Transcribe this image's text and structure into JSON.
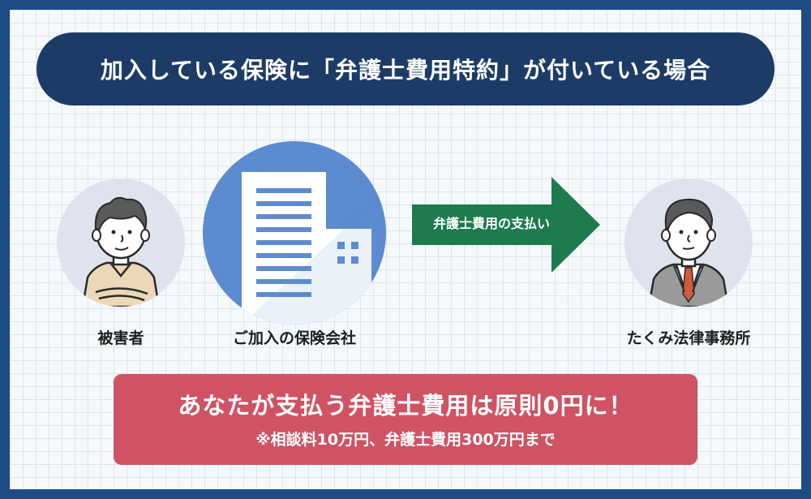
{
  "title": "加入している保険に「弁護士費用特約」が付いている場合",
  "nodes": {
    "victim": "被害者",
    "insurer": "ご加入の保険会社",
    "law_firm": "たくみ法律事務所"
  },
  "arrow_label": "弁護士費用の支払い",
  "result": {
    "main": "あなたが支払う弁護士費用は原則0円に！",
    "note": "※相談料10万円、弁護士費用300万円まで"
  },
  "colors": {
    "frame": "#1c4b86",
    "title_bar": "#1c3c67",
    "arrow": "#1d7b4e",
    "result_box": "#cf5363",
    "building": "#5d8bd0"
  }
}
